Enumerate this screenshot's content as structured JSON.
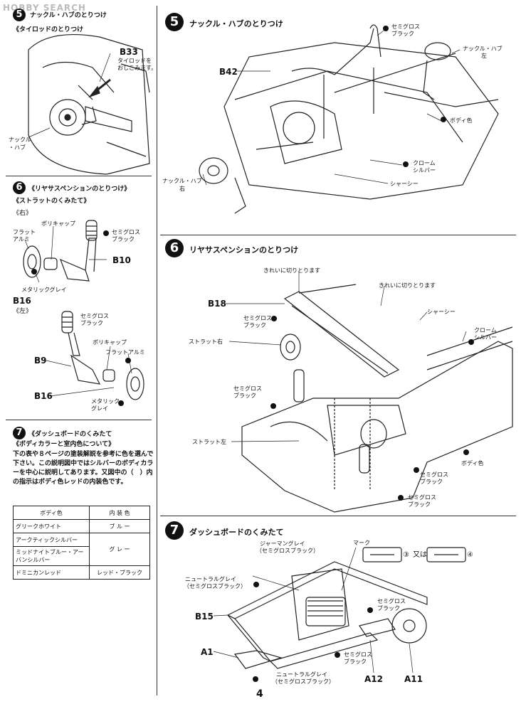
{
  "watermark": "HOBBY SEARCH",
  "page_number": "4",
  "left_col": {
    "step5": {
      "num": "5",
      "title": "ナックル・ハブのとりつけ",
      "sub": "《タイロッドのとりつけ",
      "b33_part": "B33",
      "b33_note_1": "タイロッドを",
      "b33_note_2": "おしこみます。",
      "knuckle_1": "ナックル",
      "knuckle_2": "・ハブ"
    },
    "step6": {
      "num": "6",
      "title": "《リヤサスペンションのとりつけ》",
      "sub": "《ストラットのくみたて》",
      "right_label": "《右》",
      "left_label": "《左》",
      "polycap": "ポリキャップ",
      "flat_alumi_1": "フラット",
      "flat_alumi_2": "アルミ",
      "semi_gloss_1": "セミグロス",
      "semi_gloss_2": "ブラック",
      "b10": "B10",
      "metallic_grey": "メタリックグレイ",
      "b16": "B16",
      "semi_gloss_l1": "セミグロス",
      "semi_gloss_l2": "ブラック",
      "polycap_l": "ポリキャップ",
      "flat_alumi_l": "フラットアルミ",
      "b9": "B9",
      "b16_l": "B16",
      "metallic_l1": "メタリック",
      "metallic_l2": "グレイ"
    },
    "step7": {
      "num": "7",
      "title": "《ダッシュボードのくみたて",
      "sub": "《ボディカラーと室内色について》",
      "paragraph": "下の表や８ページの塗装解説を参考に色を選んで下さい。この説明図中ではシルバーのボディカラーを中心に説明してあります。又図中の（　）内の指示はボディ色レッドの内装色です。",
      "table": {
        "headers": [
          "ボディ色",
          "内 装 色"
        ],
        "rows": [
          [
            "グリークホワイト",
            "ブ ル ー"
          ],
          [
            "アークティックシルバー",
            ""
          ],
          [
            "ミッドナイトブルー・アーバンシルバー",
            "グ レ ー"
          ],
          [
            "ドミニカンレッド",
            "レッド・ブラック"
          ]
        ]
      }
    }
  },
  "right_col": {
    "step5": {
      "num": "5",
      "title": "ナックル・ハブのとりつけ",
      "b42": "B42",
      "semi_gloss_1": "セミグロス",
      "semi_gloss_2": "ブラック",
      "knuckle_left_1": "ナックル・ハブ",
      "knuckle_left_2": "左",
      "body_color": "ボディ色",
      "chrome_1": "クローム",
      "chrome_2": "シルバー",
      "chassis": "シャーシー",
      "knuckle_right_1": "ナックル・ハブ",
      "knuckle_right_2": "右"
    },
    "step6": {
      "num": "6",
      "title": "リヤサスペンションのとりつけ",
      "cut_clean_1": "きれいに切りとります",
      "cut_clean_2": "きれいに切りとります",
      "b18": "B18",
      "semi_gloss_a1": "セミグロス",
      "semi_gloss_a2": "ブラック",
      "strut_right": "ストラット右",
      "chassis": "シャーシー",
      "chrome_1": "クローム",
      "chrome_2": "シルバー",
      "semi_gloss_b1": "セミグロス",
      "semi_gloss_b2": "ブラック",
      "strut_left": "ストラット左",
      "body_color": "ボディ色",
      "semi_gloss_c1": "セミグロス",
      "semi_gloss_c2": "ブラック",
      "semi_gloss_d1": "セミグロス",
      "semi_gloss_d2": "ブラック"
    },
    "step7": {
      "num": "7",
      "title": "ダッシュボードのくみたて",
      "german_grey_1": "ジャーマングレイ",
      "german_grey_2": "（セミグロスブラック）",
      "mark": "マーク",
      "decal_3": "③",
      "or_text": "又は",
      "decal_4": "④",
      "neutral_grey_1": "ニュートラルグレイ",
      "neutral_grey_2": "（セミグロスブラック）",
      "semi_gloss_1": "セミグロス",
      "semi_gloss_2": "ブラック",
      "b15": "B15",
      "a1": "A1",
      "neutral_grey_b1": "ニュートラルグレイ",
      "neutral_grey_b2": "（セミグロスブラック）",
      "semi_gloss_b1": "セミグロス",
      "semi_gloss_b2": "ブラック",
      "a12": "A12",
      "a11": "A11"
    }
  }
}
